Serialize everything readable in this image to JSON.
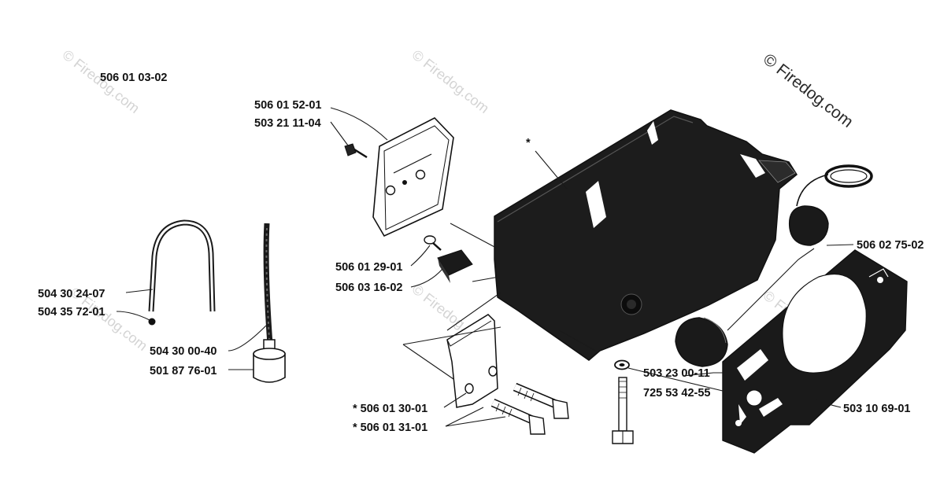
{
  "watermark": "© Firedog.com",
  "labels": {
    "kit": "506 01 03-02",
    "cover": "506 01 52-01",
    "cover_screw": "503 21 11-04",
    "stop_screw": "506 01 29-01",
    "stop_block": "506 03 16-02",
    "fuel_line_loop": "504 30 24-07",
    "grommet": "504 35 72-01",
    "fuel_hose": "504 30 00-40",
    "fuel_filter": "501 87 76-01",
    "cap": "506 02 75-02",
    "sensor": "503 23 00-11",
    "washer_bolt": "725 53 42-55",
    "gasket": "503 10 69-01",
    "bracket": "* 506 01 30-01",
    "bracket_bolts": "* 506 01 31-01",
    "tank_mark": "*"
  }
}
